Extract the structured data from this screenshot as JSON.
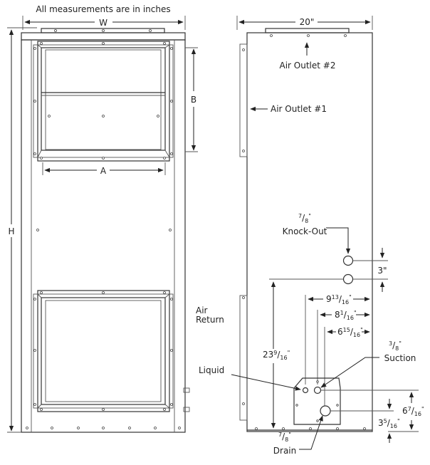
{
  "title": "All measurements are in inches",
  "front_view": {
    "width_label": "W",
    "height_label": "H",
    "a_label": "A",
    "b_label": "B",
    "air_return_label": [
      "Air",
      "Return"
    ]
  },
  "side_view": {
    "width_dim": "20\"",
    "air_outlet_2": "Air Outlet #2",
    "air_outlet_1": "Air Outlet #1",
    "knockout": {
      "num": "7",
      "den": "8",
      "unit": "\"",
      "label": "Knock-Out"
    },
    "knockout_spacing": "3\"",
    "height_dim": {
      "whole": "23",
      "num": "9",
      "den": "16",
      "unit": "\""
    },
    "dim_1": {
      "whole": "9",
      "num": "13",
      "den": "16",
      "unit": "\""
    },
    "dim_2": {
      "whole": "8",
      "num": "1",
      "den": "16",
      "unit": "\""
    },
    "dim_3": {
      "whole": "6",
      "num": "15",
      "den": "16",
      "unit": "\""
    },
    "liquid_label": "Liquid",
    "suction": {
      "num": "3",
      "den": "8",
      "unit": "\"",
      "label": "Suction"
    },
    "drain": {
      "num": "7",
      "den": "8",
      "unit": "\"",
      "label": "Drain"
    },
    "dim_suction_height": {
      "whole": "6",
      "num": "7",
      "den": "16",
      "unit": "\""
    },
    "dim_drain_height": {
      "whole": "3",
      "num": "5",
      "den": "16",
      "unit": "\""
    }
  }
}
